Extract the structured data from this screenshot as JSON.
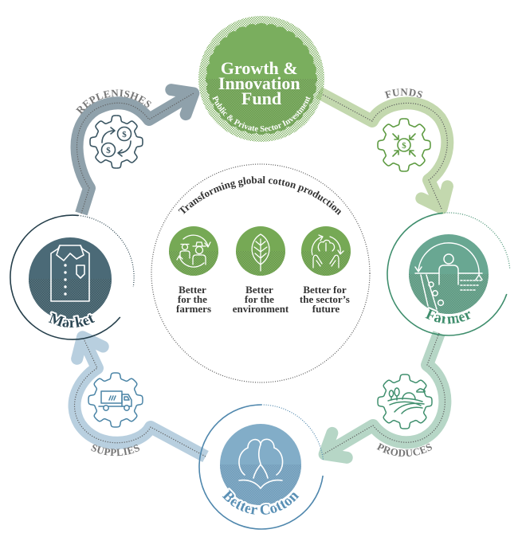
{
  "diagram": {
    "title": "Transforming global cotton production",
    "fund": {
      "title_lines": [
        "Growth &",
        "Innovation",
        "Fund"
      ],
      "subtitle": "Public & Private Sector Investment",
      "icon": "scalloped-badge"
    },
    "nodes": {
      "farmer": {
        "label": "Farmer",
        "icon": "farmer-field-icon"
      },
      "better_cotton": {
        "label": "Better Cotton",
        "icon": "cotton-boll-icon"
      },
      "market": {
        "label": "Market",
        "icon": "shirt-icon"
      }
    },
    "flows": {
      "funds": {
        "label": "FUNDS",
        "from": "Growth & Innovation Fund",
        "to": "Farmer",
        "icon": "gear-dollar-inflow-icon"
      },
      "produces": {
        "label": "PRODUCES",
        "from": "Farmer",
        "to": "Better Cotton",
        "icon": "gear-landscape-icon"
      },
      "supplies": {
        "label": "SUPPLIES",
        "from": "Better Cotton",
        "to": "Market",
        "icon": "gear-truck-icon"
      },
      "replenishes": {
        "label": "REPLENISHES",
        "from": "Market",
        "to": "Growth & Innovation Fund",
        "icon": "gear-dollar-exchange-icon"
      }
    },
    "benefits": [
      {
        "lines": [
          "Better",
          "for the",
          "farmers"
        ],
        "icon": "farmers-cycle-icon"
      },
      {
        "lines": [
          "Better",
          "for the",
          "environment"
        ],
        "icon": "leaf-icon"
      },
      {
        "lines": [
          "Better for",
          "the sector’s",
          "future"
        ],
        "icon": "hands-cotton-cycle-icon"
      }
    ]
  },
  "colors": {
    "fund_green": "#79ad5d",
    "farmer_teal": "#3f8e6d",
    "market_slate": "#2d4855",
    "cotton_blue": "#5a90b5",
    "funds_band": "#c3d8ae",
    "produces_band": "#b6d6c6",
    "supplies_band": "#b8cfdf",
    "replenishes_band": "#8fa1ab"
  }
}
